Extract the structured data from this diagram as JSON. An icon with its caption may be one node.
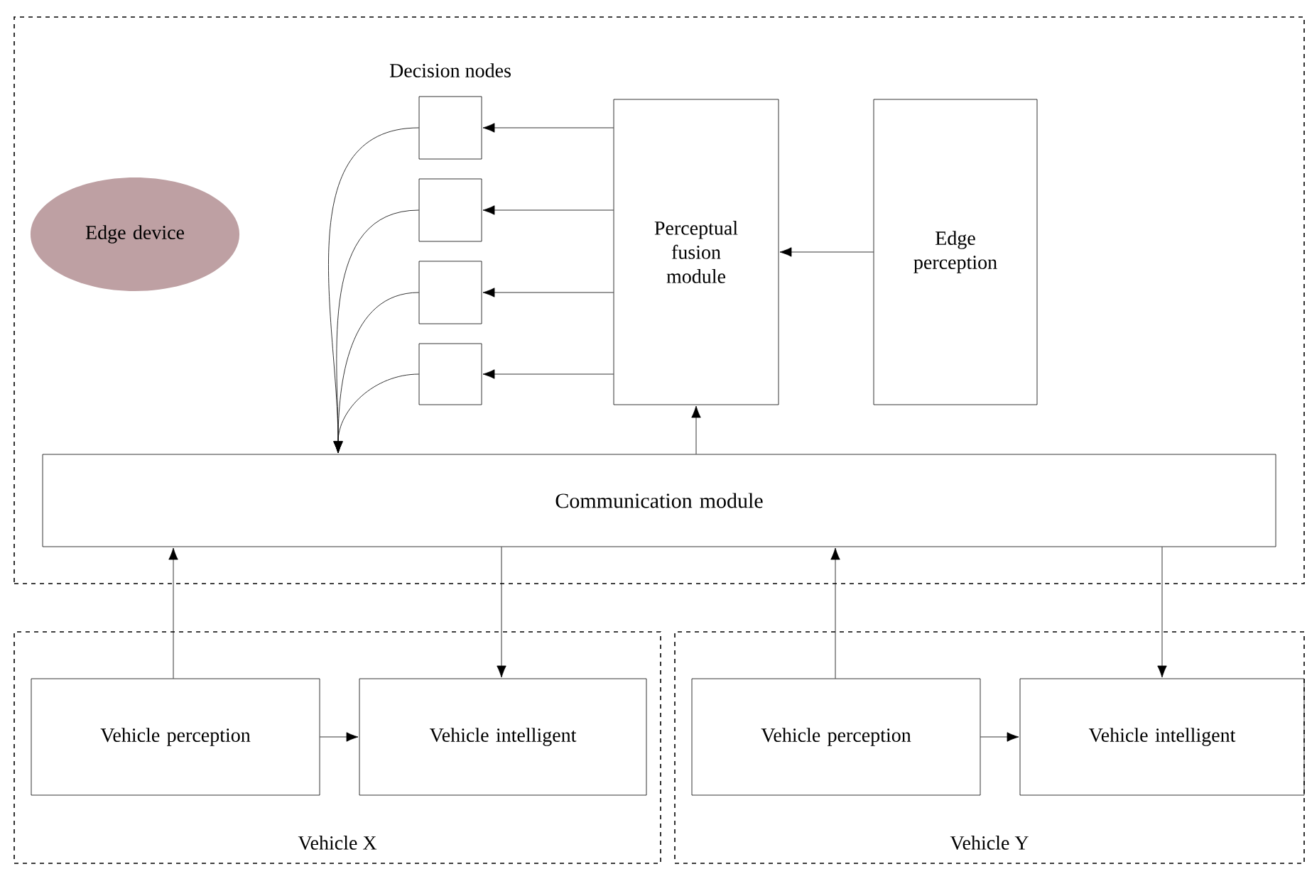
{
  "diagram": {
    "nodes": [
      {
        "text": [],
        "shape": "box"
      },
      {
        "text": [
          "Edge device"
        ],
        "in": 0
      },
      {
        "text": [
          "Perceptual fusion module"
        ],
        "in": 0
      },
      {
        "text": [
          "Edge perception"
        ],
        "in": 0
      },
      {
        "text": [],
        "shape": "box",
        "in": 0
      },
      {
        "text": [],
        "shape": "box",
        "in": 0
      },
      {
        "text": [],
        "shape": "box",
        "in": 0
      },
      {
        "text": [],
        "shape": "box",
        "in": 0
      },
      {
        "text": [
          "Communication module"
        ],
        "in": 0
      },
      {
        "text": [
          "Vehicle X"
        ]
      },
      {
        "text": [
          "Vehicle perception"
        ],
        "in": 9
      },
      {
        "text": [
          "Vehicle intelligent"
        ],
        "in": 9
      },
      {
        "text": [
          "Vehicle Y"
        ]
      },
      {
        "text": [
          "Vehicle perception"
        ],
        "in": 12
      },
      {
        "text": [
          "Vehicle intelligent"
        ],
        "in": 12
      }
    ],
    "edges": [
      {
        "from": 3,
        "to": 2,
        "arrow": "to"
      },
      {
        "from": 2,
        "to": 4,
        "arrow": "to"
      },
      {
        "from": 2,
        "to": 5,
        "arrow": "to"
      },
      {
        "from": 2,
        "to": 6,
        "arrow": "to"
      },
      {
        "from": 2,
        "to": 7,
        "arrow": "to"
      },
      {
        "from": 4,
        "to": 8,
        "arrow": "to"
      },
      {
        "from": 5,
        "to": 8,
        "arrow": "to"
      },
      {
        "from": 6,
        "to": 8,
        "arrow": "to"
      },
      {
        "from": 7,
        "to": 8,
        "arrow": "to"
      },
      {
        "from": 8,
        "to": 2,
        "arrow": "to"
      },
      {
        "from": 10,
        "to": 8,
        "arrow": "to"
      },
      {
        "from": 8,
        "to": 11,
        "arrow": "to"
      },
      {
        "from": 10,
        "to": 11,
        "arrow": "to"
      },
      {
        "from": 13,
        "to": 8,
        "arrow": "to"
      },
      {
        "from": 8,
        "to": 14,
        "arrow": "to"
      },
      {
        "from": 13,
        "to": 14,
        "arrow": "to"
      }
    ],
    "labels": [
      "Decision nodes"
    ]
  }
}
